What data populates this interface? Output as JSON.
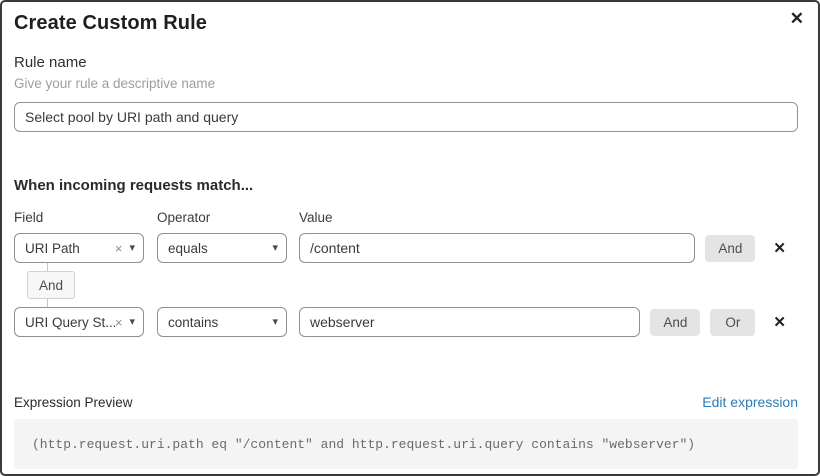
{
  "dialog": {
    "title": "Create Custom Rule"
  },
  "icons": {
    "close": "✕",
    "clear": "×",
    "caret": "▾",
    "remove": "✕"
  },
  "rule_name": {
    "label": "Rule name",
    "hint": "Give your rule a descriptive name",
    "value": "Select pool by URI path and query"
  },
  "matcher": {
    "heading": "When incoming requests match...",
    "column_headers": {
      "field": "Field",
      "operator": "Operator",
      "value": "Value"
    },
    "connector_label": "And",
    "rows": [
      {
        "field": "URI Path",
        "operator": "equals",
        "value": "/content",
        "and_label": "And"
      },
      {
        "field": "URI Query St...",
        "operator": "contains",
        "value": "webserver",
        "and_label": "And",
        "or_label": "Or"
      }
    ]
  },
  "expression": {
    "label": "Expression Preview",
    "edit_link": "Edit expression",
    "code": "(http.request.uri.path eq \"/content\" and http.request.uri.query contains \"webserver\")"
  },
  "colors": {
    "accent_link": "#2e7cb7",
    "control_border": "#8f8f8f",
    "button_bg": "#e4e4e4",
    "code_bg": "#f4f4f4",
    "dialog_border": "#3a3a3a"
  }
}
